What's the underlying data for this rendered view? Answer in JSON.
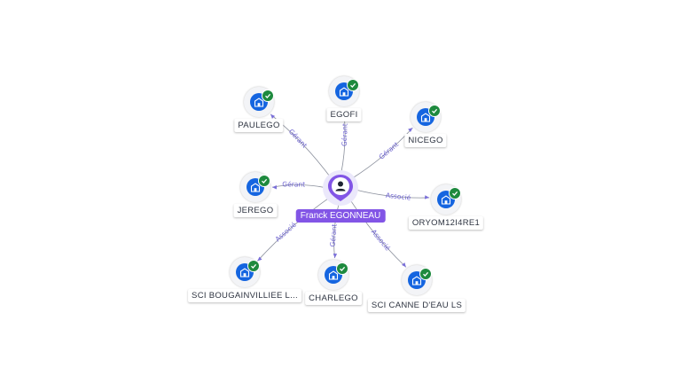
{
  "colors": {
    "company_bubble": "#1565e0",
    "verified_badge": "#1e8a3e",
    "person_pin": "#8255e6",
    "relation_label": "#6a5fd0",
    "edge": "#8a8f9c"
  },
  "center": {
    "name": "Franck EGONNEAU",
    "icon": "person-icon"
  },
  "nodes": [
    {
      "id": "paulego",
      "name": "PAULEGO",
      "icon": "building-icon",
      "verified": true
    },
    {
      "id": "egofi",
      "name": "EGOFI",
      "icon": "building-icon",
      "verified": true
    },
    {
      "id": "nicego",
      "name": "NICEGO",
      "icon": "building-icon",
      "verified": true
    },
    {
      "id": "jerego",
      "name": "JEREGO",
      "icon": "building-icon",
      "verified": true
    },
    {
      "id": "oryom",
      "name": "ORYOM12I4RE1",
      "icon": "building-icon",
      "verified": true
    },
    {
      "id": "sci-bougainvilliee",
      "name": "SCI BOUGAINVILLIEE L...",
      "icon": "building-icon",
      "verified": true
    },
    {
      "id": "charlego",
      "name": "CHARLEGO",
      "icon": "building-icon",
      "verified": true
    },
    {
      "id": "sci-canne",
      "name": "SCI CANNE D'EAU LS",
      "icon": "building-icon",
      "verified": true
    }
  ],
  "edges": [
    {
      "to": "paulego",
      "label": "Gérant"
    },
    {
      "to": "egofi",
      "label": "Gérant"
    },
    {
      "to": "nicego",
      "label": "Gérant"
    },
    {
      "to": "jerego",
      "label": "Gérant"
    },
    {
      "to": "oryom",
      "label": "Associé"
    },
    {
      "to": "sci-bougainvilliee",
      "label": "Associé"
    },
    {
      "to": "charlego",
      "label": "Gérant"
    },
    {
      "to": "sci-canne",
      "label": "Associé"
    }
  ]
}
